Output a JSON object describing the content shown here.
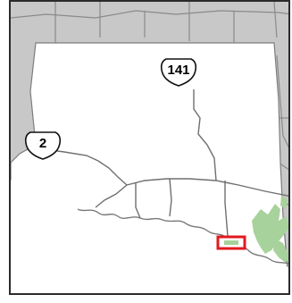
{
  "map": {
    "colors": {
      "land_white": "#ffffff",
      "neighbor_gray": "#c8c8c8",
      "county_line": "#8a8a8a",
      "roads": "#6f6f6f",
      "river": "#7a7a7a",
      "park_green": "#a7d29b",
      "highlight_red": "#e2191f",
      "border": "#2b2b2b"
    },
    "shields": [
      {
        "route": "141",
        "type": "us-highway"
      },
      {
        "route": "2",
        "type": "us-highway"
      }
    ],
    "highlight_box": {
      "label": ""
    }
  }
}
